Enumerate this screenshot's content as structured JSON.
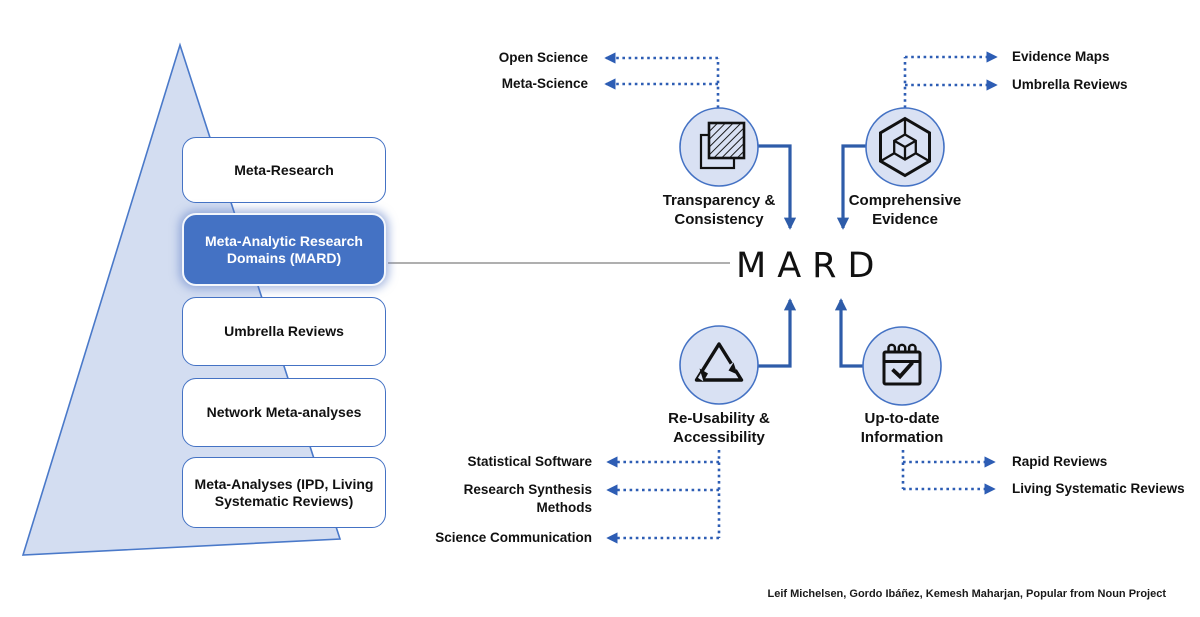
{
  "diagram_title": "MARD",
  "pyramid": {
    "levels": [
      {
        "label": "Meta-Research",
        "highlighted": false
      },
      {
        "label": "Meta-Analytic Research Domains (MARD)",
        "highlighted": true
      },
      {
        "label": "Umbrella Reviews",
        "highlighted": false
      },
      {
        "label": "Network Meta-analyses",
        "highlighted": false
      },
      {
        "label": "Meta-Analyses (IPD, Living Systematic Reviews)",
        "highlighted": false
      }
    ]
  },
  "center": {
    "title": "MARD"
  },
  "quadrants": {
    "top_left": {
      "label": "Transparency & Consistency",
      "icon": "overlapping-squares-transparency-icon",
      "satellites": [
        {
          "label": "Open Science"
        },
        {
          "label": "Meta-Science"
        }
      ]
    },
    "top_right": {
      "label": "Comprehensive Evidence",
      "icon": "cube-in-hexagon-icon",
      "satellites": [
        {
          "label": "Evidence Maps"
        },
        {
          "label": "Umbrella Reviews"
        }
      ]
    },
    "bottom_left": {
      "label": "Re-Usability & Accessibility",
      "icon": "recycle-triangle-icon",
      "satellites": [
        {
          "label": "Statistical Software"
        },
        {
          "label": "Research Synthesis Methods"
        },
        {
          "label": "Science Communication"
        }
      ]
    },
    "bottom_right": {
      "label": "Up-to-date Information",
      "icon": "calendar-check-icon",
      "satellites": [
        {
          "label": "Rapid Reviews"
        },
        {
          "label": "Living Systematic Reviews"
        }
      ]
    }
  },
  "footer": {
    "credit": "Leif Michelsen, Gordo Ibáñez, Kemesh Maharjan, Popular from Noun Project"
  },
  "colors": {
    "accent_blue": "#4472c4",
    "highlight_box_fill": "#4472c4",
    "solid_arrow_blue": "#2e5ca9",
    "dotted_arrow_blue": "#2d5db4",
    "circle_fill": "#d9e1f3",
    "pyramid_fill": "#d3ddf1",
    "connector_gray": "#7f7f7f",
    "text_black": "#111111"
  }
}
